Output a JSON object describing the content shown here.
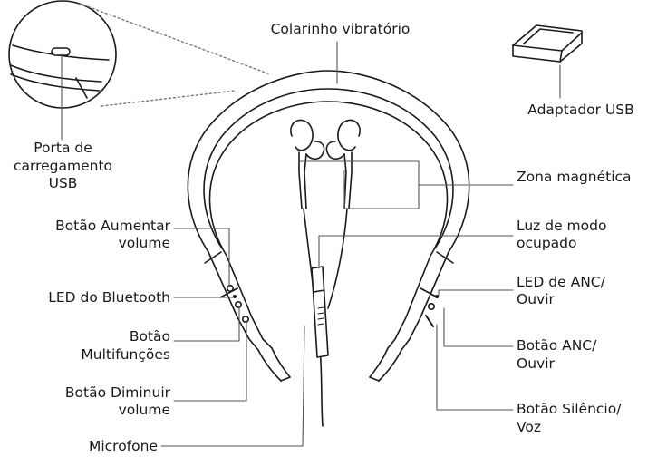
{
  "labels": {
    "collar": "Colarinho vibratório",
    "usb_adapter": "Adaptador USB",
    "charging_port_1": "Porta de",
    "charging_port_2": "carregamento",
    "charging_port_3": "USB",
    "magnetic_zone": "Zona magnética",
    "vol_up_1": "Botão Aumentar",
    "vol_up_2": "volume",
    "busy_light_1": "Luz de modo",
    "busy_light_2": "ocupado",
    "bt_led": "LED do Bluetooth",
    "anc_led_1": "LED de ANC/",
    "anc_led_2": "Ouvir",
    "multi_1": "Botão",
    "multi_2": "Multifunções",
    "anc_button_1": "Botão ANC/",
    "anc_button_2": "Ouvir",
    "vol_down_1": "Botão Diminuir",
    "vol_down_2": "volume",
    "mute_1": "Botão Silêncio/",
    "mute_2": "Voz",
    "microphone": "Microfone"
  },
  "colors": {
    "stroke": "#1a1a1a",
    "callout": "#555555",
    "dotted": "#777777"
  },
  "icons": {
    "headset": "neckband-headset-drawing",
    "adapter": "usb-dongle-icon",
    "port": "usb-port-magnified"
  }
}
